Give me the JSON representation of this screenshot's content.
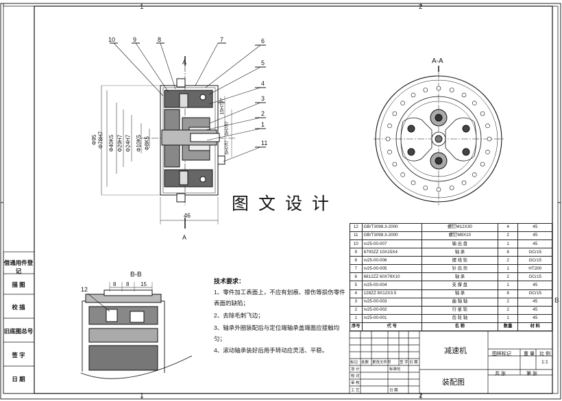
{
  "zones": {
    "col1": "1",
    "col2": "2",
    "rowB": "B"
  },
  "view_labels": {
    "section_aa": "A-A",
    "section_bb": "B-B",
    "cut_a_top": "A",
    "cut_a_bottom": "A"
  },
  "balloons": [
    "10",
    "9",
    "8",
    "7",
    "6",
    "5",
    "4",
    "3",
    "2",
    "1",
    "11",
    "12"
  ],
  "dimensions": {
    "d95": "Φ95",
    "d78": "Φ78H7",
    "d40": "Φ40K5",
    "d29": "Φ29H7",
    "d24": "Φ24H7",
    "d10": "Φ10K5",
    "d8": "Φ8K5",
    "len46": "46",
    "f1": "15H7/f7",
    "f2": "5H7/f7",
    "f3": "5H7/f7",
    "bb_8a": "8",
    "bb_8b": "8",
    "bb_15": "15"
  },
  "watermark": "图文设计",
  "tech": {
    "title": "技术要求：",
    "lines": [
      "1、零件加工表面上，不应有划痕、擦伤等损伤零件",
      "表面的缺陷；",
      "2、去除毛刺飞边；",
      "3、轴承外圈装配后与定位端轴承盖端面应接触均",
      "匀；",
      "4、滚动轴承装好后用手转动应灵活、平稳。"
    ]
  },
  "side_panel": [
    "借通用件登记",
    "描 图",
    "校 描",
    "旧底图总号",
    "签 字",
    "日 期"
  ],
  "bom": {
    "rows": [
      [
        "12",
        "GB/T3098.3-2000",
        "螺钉M12X30",
        "4",
        "45"
      ],
      [
        "11",
        "GB/T3098.3-2000",
        "螺钉M8X10",
        "2",
        "45"
      ],
      [
        "10",
        "rv25-00-007",
        "输 出 盘",
        "1",
        "45"
      ],
      [
        "9",
        "6700ZZ  10X15X4",
        "轴 承",
        "8",
        "GCr15"
      ],
      [
        "8",
        "rv25-00-006",
        "摆 线 轮",
        "2",
        "GCr15"
      ],
      [
        "7",
        "rv25-00-005",
        "针 齿 壳",
        "1",
        "HT200"
      ],
      [
        "6",
        "6812ZZ  60X78X10",
        "轴 承",
        "2",
        "GCr15"
      ],
      [
        "5",
        "rv25-00-004",
        "支 撑 盘",
        "1",
        "45"
      ],
      [
        "4",
        "128ZZ   8X12X3.5",
        "轴 承",
        "8",
        "GCr15"
      ],
      [
        "3",
        "rv25-00-003",
        "曲 轴 轴",
        "2",
        "45"
      ],
      [
        "2",
        "rv25-00-002",
        "行 星 轮",
        "2",
        "45"
      ],
      [
        "1",
        "rv25-00-001",
        "齿 轮 轴",
        "1",
        "45"
      ]
    ],
    "header": [
      "序号",
      "代 号",
      "名 称",
      "数量",
      "材 料"
    ]
  },
  "title_block": {
    "name": "减速机",
    "drawing": "装配图",
    "stage_label": "图样标记",
    "weight_label": "重 量",
    "scale_label": "比 例",
    "scale_value": "1:1",
    "sheets_label": "共 张",
    "sheet_label": "第 张",
    "rev_cols": [
      "标记",
      "处数",
      "更改文件号",
      "签 字",
      "日 期"
    ],
    "roles": [
      "设 计",
      "校 对",
      "审 核",
      "工 艺"
    ],
    "std_label": "标准化",
    "date_label": "日 期"
  }
}
